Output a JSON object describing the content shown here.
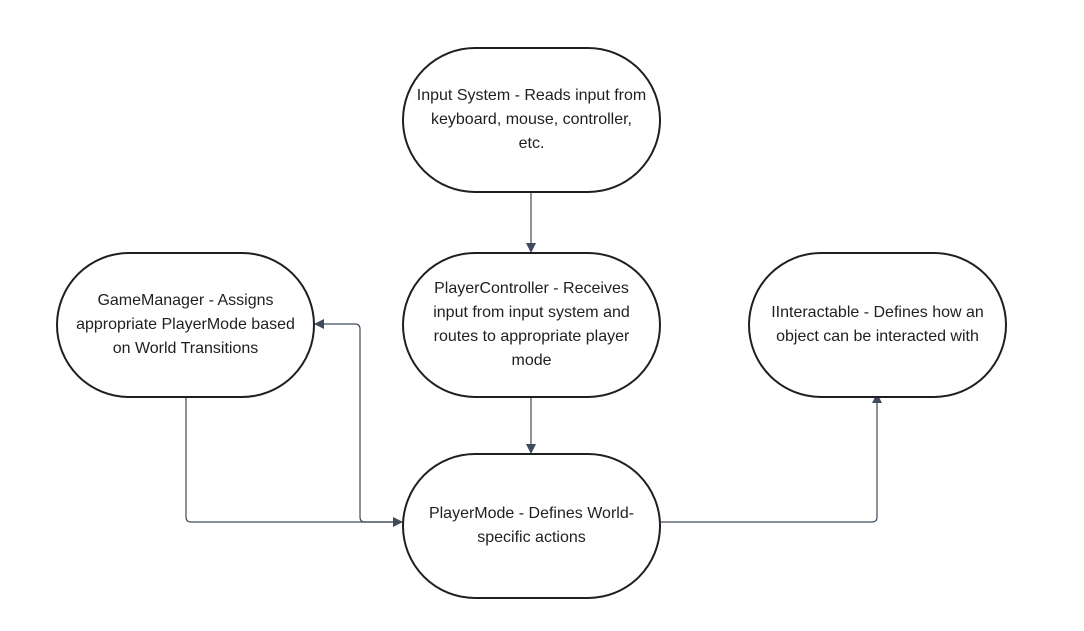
{
  "diagram": {
    "line_color": "#3f4a5a",
    "node_border_color": "#1f1f1f",
    "nodes": {
      "input_system": "Input System - Reads input from keyboard, mouse, controller, etc.",
      "player_controller": "PlayerController - Receives input from input system and routes to appropriate player mode",
      "game_manager": "GameManager - Assigns appropriate PlayerMode based on World Transitions",
      "iinteractable": "IInteractable - Defines how an object can be interacted with",
      "player_mode": "PlayerMode - Defines World-specific actions"
    },
    "edges": [
      {
        "from": "input_system",
        "to": "player_controller"
      },
      {
        "from": "player_controller",
        "to": "player_mode"
      },
      {
        "from": "game_manager",
        "to": "player_mode"
      },
      {
        "from": "player_mode",
        "to": "game_manager"
      },
      {
        "from": "player_mode",
        "to": "iinteractable"
      }
    ]
  }
}
